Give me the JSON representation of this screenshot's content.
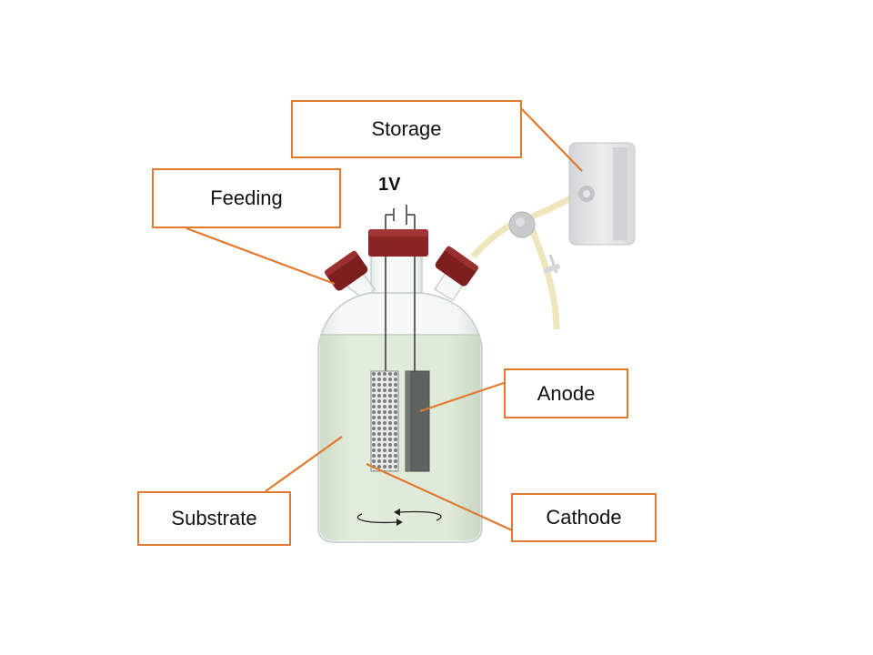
{
  "labels": {
    "storage": "Storage",
    "feeding": "Feeding",
    "anode": "Anode",
    "substrate": "Substrate",
    "cathode": "Cathode",
    "voltage": "1V"
  },
  "colors": {
    "label_border": "#e07a2f",
    "leader_line": "#e07a2f",
    "cap": "#8a2020",
    "liquid": "#dce8d6",
    "glass": "#eef3f2",
    "anode_plate": "#5d6460",
    "storage_bag": "#e6e7e8",
    "tubing": "#f1e9c2"
  },
  "icons": [
    "bottle-icon",
    "stopper-icon",
    "cap-icon",
    "cathode-mesh-icon",
    "anode-plate-icon",
    "storage-bag-icon",
    "tubing-icon",
    "valve-icon",
    "stir-arrows-icon",
    "battery-symbol-icon"
  ]
}
